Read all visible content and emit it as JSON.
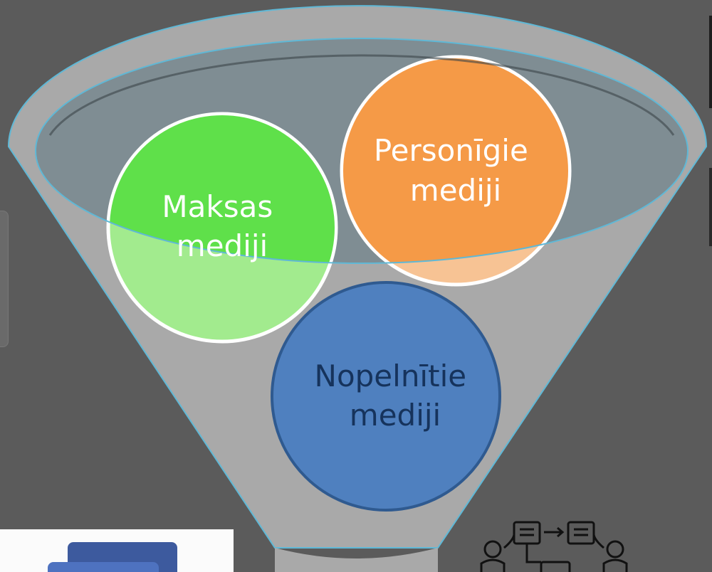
{
  "diagram": {
    "circles": {
      "paid": {
        "line1": "Maksas",
        "line2": "mediji",
        "fill": "#5fe04a",
        "fill_light": "#a2eb8e",
        "text_color": "#ffffff"
      },
      "owned": {
        "line1": "Personīgie",
        "line2": "mediji",
        "fill": "#f59a47",
        "fill_light": "#f7c394",
        "text_color": "#ffffff"
      },
      "earned": {
        "line1": "Nopelnītie",
        "line2": "mediji",
        "fill": "#4f80bf",
        "text_color": "#16335c"
      }
    },
    "funnel": {
      "fill": "#a9a9a9",
      "rim": "#5fb8d6",
      "mouth_fill": "#7f8d93"
    }
  },
  "colors": {
    "background": "#5b5b5b",
    "doc_card_back": "#3d5a9e",
    "doc_card_front": "#4e72c0"
  },
  "icons": {
    "workflow": "workflow-people-icon",
    "document": "document-stack-icon"
  }
}
